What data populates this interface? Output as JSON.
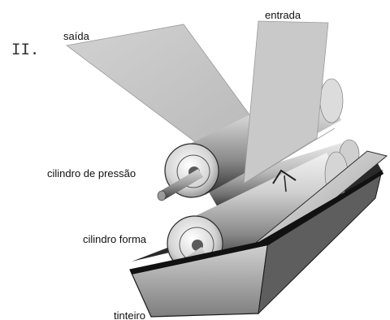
{
  "figure": {
    "number": "II.",
    "labels": {
      "saida": "saída",
      "entrada": "entrada",
      "cilindro_pressao": "cilindro de pressão",
      "cilindro_forma": "cilindro forma",
      "tinteiro": "tinteiro"
    }
  }
}
